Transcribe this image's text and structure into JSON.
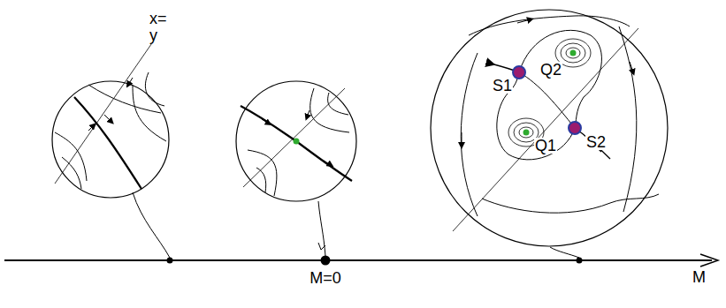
{
  "diagram": {
    "labels": [
      "x= y",
      "S1",
      "Q2",
      "Q1",
      "S2",
      "M=0",
      "M"
    ]
  }
}
